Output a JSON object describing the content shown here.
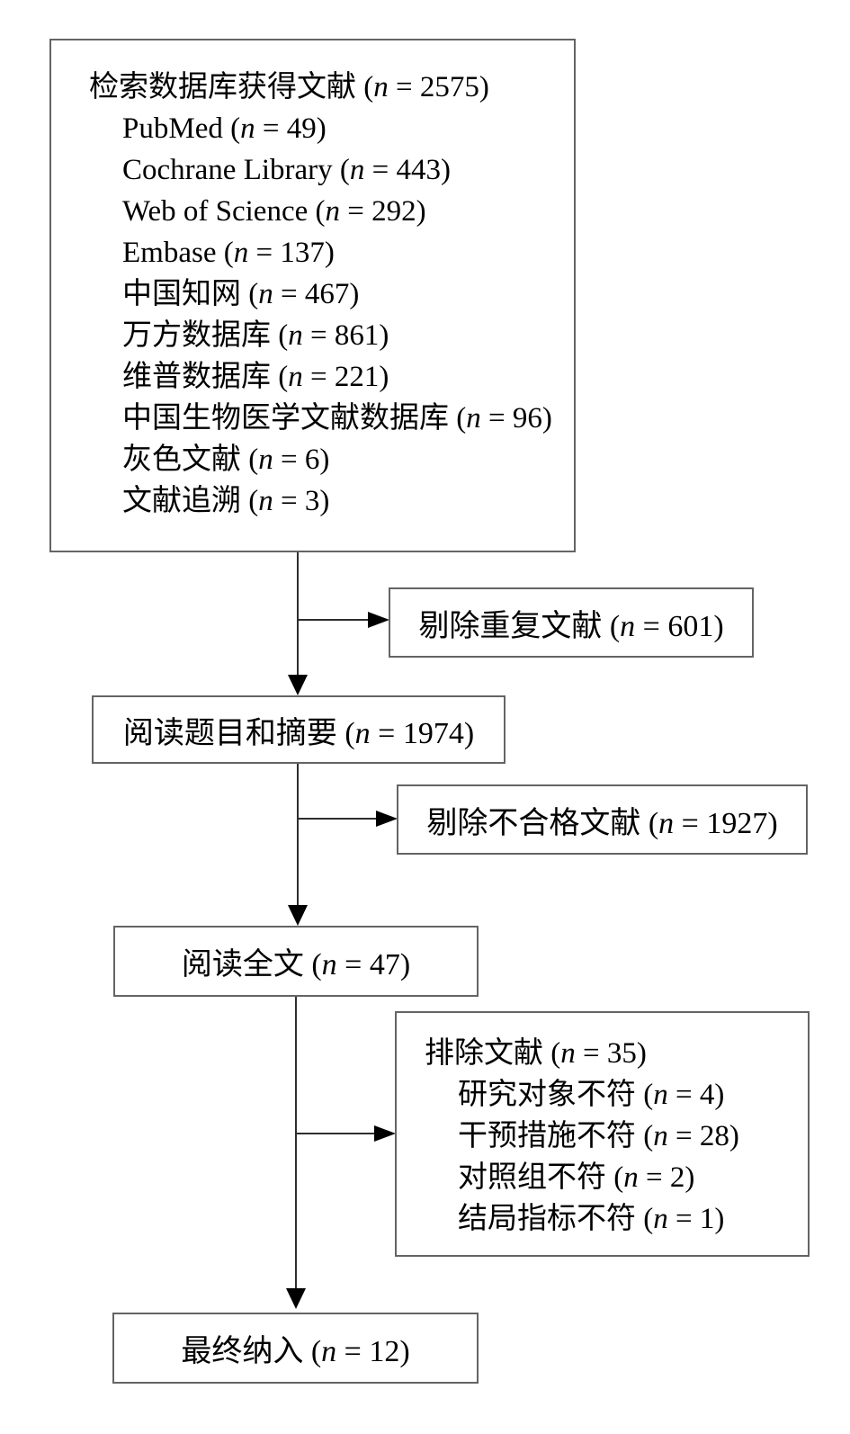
{
  "figure": {
    "kind": "literature-screening-flowchart"
  },
  "boxes": {
    "identification": {
      "lines": [
        {
          "text": "检索数据库获得文献",
          "n": "2575",
          "indent": 0
        },
        {
          "text": "PubMed",
          "n": "49",
          "indent": 1
        },
        {
          "text": "Cochrane Library",
          "n": "443",
          "indent": 1
        },
        {
          "text": "Web of Science",
          "n": "292",
          "indent": 1
        },
        {
          "text": "Embase",
          "n": "137",
          "indent": 1
        },
        {
          "text": "中国知网",
          "n": "467",
          "indent": 1
        },
        {
          "text": "万方数据库",
          "n": "861",
          "indent": 1
        },
        {
          "text": "维普数据库",
          "n": "221",
          "indent": 1
        },
        {
          "text": "中国生物医学文献数据库",
          "n": "96",
          "indent": 1
        },
        {
          "text": "灰色文献",
          "n": "6",
          "indent": 1
        },
        {
          "text": "文献追溯",
          "n": "3",
          "indent": 1
        }
      ]
    },
    "duplicates_removed": {
      "lines": [
        {
          "text": "剔除重复文献",
          "n": "601",
          "indent": 0
        }
      ]
    },
    "title_abstract": {
      "lines": [
        {
          "text": "阅读题目和摘要",
          "n": "1974",
          "indent": 0
        }
      ]
    },
    "unqualified_removed": {
      "lines": [
        {
          "text": "剔除不合格文献",
          "n": "1927",
          "indent": 0
        }
      ]
    },
    "full_text": {
      "lines": [
        {
          "text": "阅读全文",
          "n": "47",
          "indent": 0
        }
      ]
    },
    "excluded": {
      "lines": [
        {
          "text": "排除文献",
          "n": "35",
          "indent": 0
        },
        {
          "text": "研究对象不符",
          "n": "4",
          "indent": 1
        },
        {
          "text": "干预措施不符",
          "n": "28",
          "indent": 1
        },
        {
          "text": "对照组不符",
          "n": "2",
          "indent": 1
        },
        {
          "text": "结局指标不符",
          "n": "1",
          "indent": 1
        }
      ]
    },
    "included": {
      "lines": [
        {
          "text": "最终纳入",
          "n": "12",
          "indent": 0
        }
      ]
    }
  },
  "n_format": {
    "open": " (",
    "var": "n",
    "eq": " = ",
    "close": ")"
  },
  "colors": {
    "background": "#ffffff",
    "box_border": "#646464",
    "line": "#2e2e2e",
    "arrowhead": "#000000",
    "text": "#000000"
  }
}
